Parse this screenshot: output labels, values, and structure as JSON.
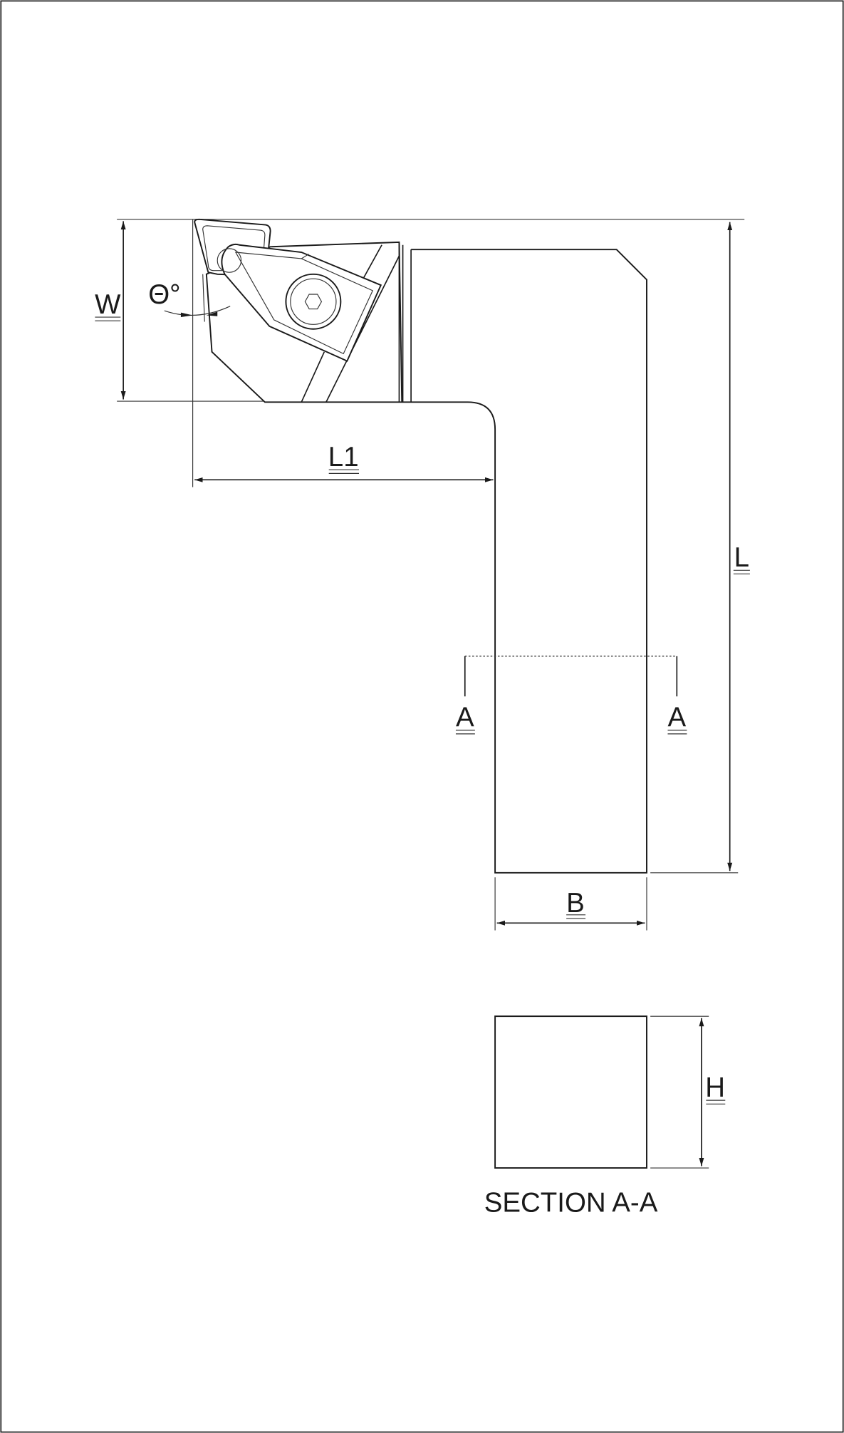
{
  "drawing": {
    "dimensions": {
      "width_label": "W",
      "angle_label": "Θ°",
      "l1_label": "L1",
      "length_label": "L",
      "section_mark_left": "A",
      "section_mark_right": "A",
      "shank_width_label": "B",
      "shank_height_label": "H"
    },
    "section_title": "SECTION A-A"
  }
}
